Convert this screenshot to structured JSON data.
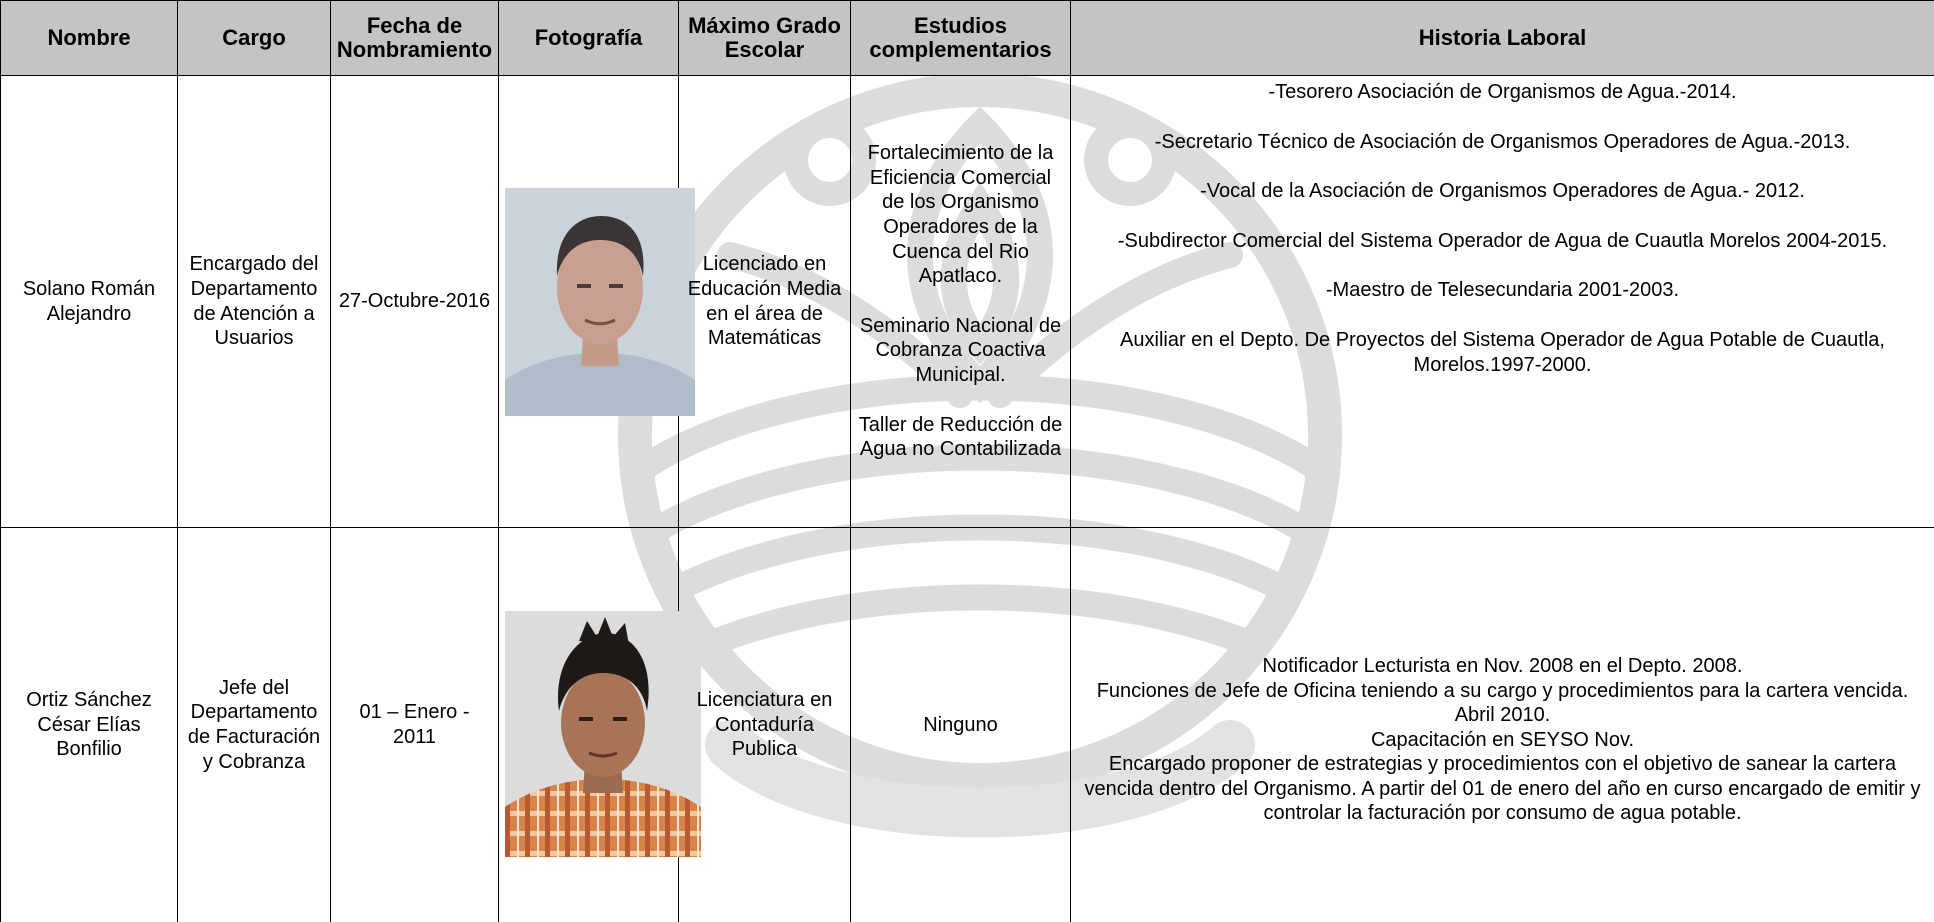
{
  "table": {
    "headers": {
      "name": "Nombre",
      "position": "Cargo",
      "appointment_date": "Fecha de Nombramiento",
      "photo": "Fotografía",
      "education": "Máximo Grado Escolar",
      "studies": "Estudios complementarios",
      "history": "Historia Laboral"
    },
    "rows": [
      {
        "name": "Solano Román Alejandro",
        "position": "Encargado del Departamento de Atención a Usuarios",
        "appointment_date": "27-Octubre-2016",
        "education": "Licenciado en Educación Media en el área de Matemáticas",
        "studies": [
          "Fortalecimiento de la Eficiencia Comercial de los Organismo Operadores de la Cuenca del Rio Apatlaco.",
          "Seminario Nacional de Cobranza Coactiva Municipal.",
          "Taller de Reducción de Agua no Contabilizada"
        ],
        "history": [
          "-Tesorero Asociación de Organismos de Agua.-2014.",
          "-Secretario Técnico de Asociación de Organismos Operadores de Agua.-2013.",
          "-Vocal de la Asociación de Organismos Operadores de Agua.- 2012.",
          "-Subdirector Comercial del Sistema Operador de Agua de Cuautla Morelos 2004-2015.",
          "-Maestro de Telesecundaria 2001-2003.",
          "Auxiliar en el Depto. De Proyectos del Sistema Operador de Agua Potable de Cuautla, Morelos.1997-2000."
        ]
      },
      {
        "name": "Ortiz Sánchez César Elías Bonfilio",
        "position": "Jefe del Departamento de Facturación y Cobranza",
        "appointment_date": "01 – Enero - 2011",
        "education": "Licenciatura en Contaduría Publica",
        "studies": "Ninguno",
        "history": [
          "Notificador Lecturista en Nov. 2008 en el Depto. 2008.",
          "Funciones de Jefe de Oficina teniendo a su cargo y procedimientos para la cartera vencida. Abril 2010.",
          "Capacitación en SEYSO Nov.",
          "Encargado proponer de estrategias y procedimientos con el objetivo de sanear la cartera vencida dentro del Organismo. A partir del 01 de enero del año en curso encargado de emitir y controlar la facturación por consumo de agua potable."
        ]
      }
    ]
  },
  "colors": {
    "header_background": "#c4c4c4",
    "watermark": "#dcdcdc"
  }
}
